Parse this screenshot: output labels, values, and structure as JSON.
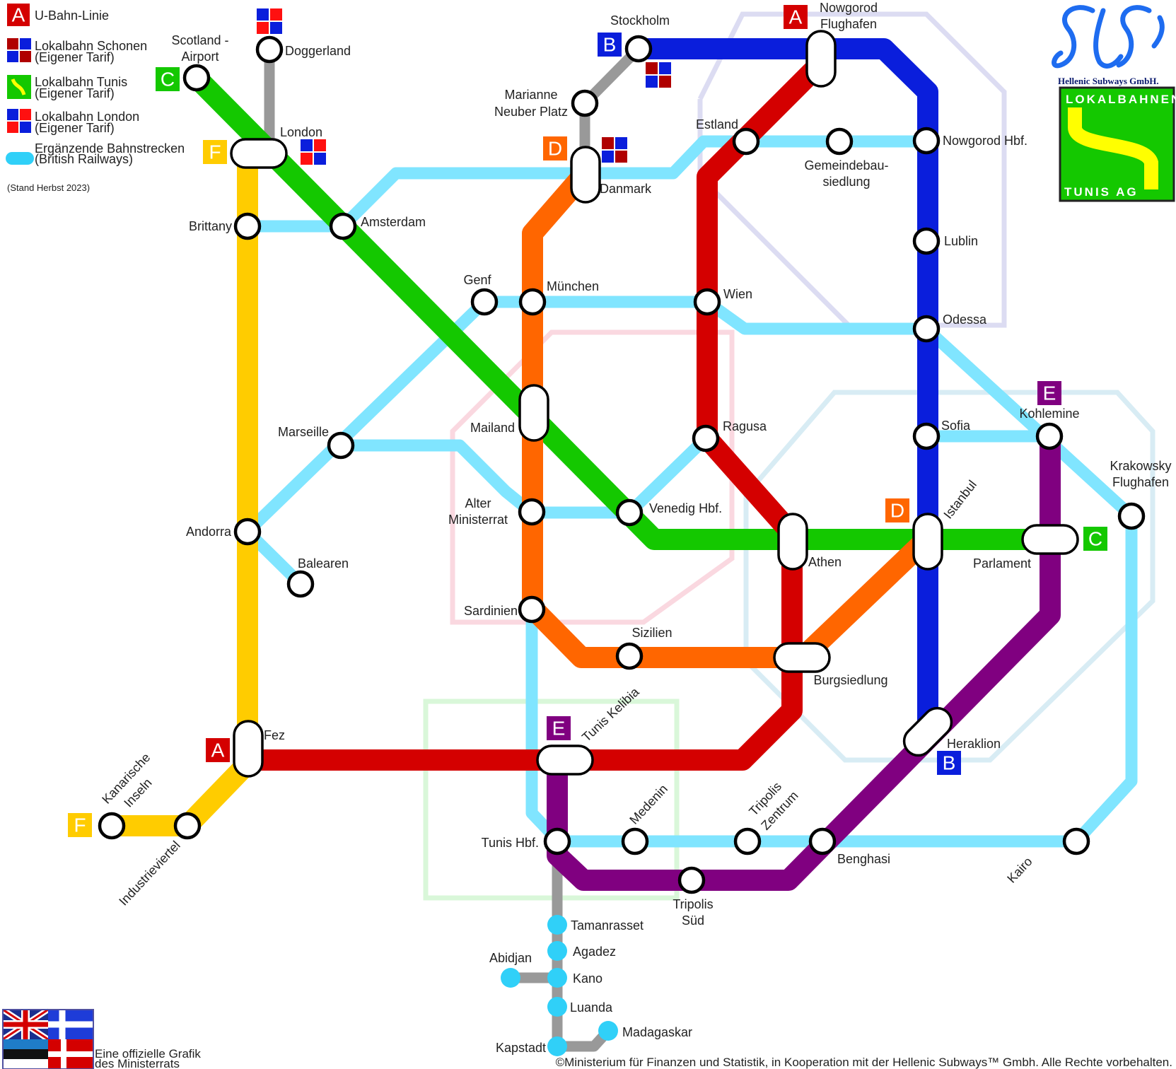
{
  "colors": {
    "A": "#d40000",
    "B": "#0a1edc",
    "C": "#14c800",
    "D": "#ff6600",
    "E": "#800080",
    "F": "#ffcc00",
    "rail": "#80e5ff",
    "gray": "#999999",
    "station_blue": "#30d0f8"
  },
  "legend": {
    "line": "U-Bahn-Linie",
    "line_badge": "A",
    "schonen_1": "Lokalbahn Schonen",
    "schonen_2": "(Eigener Tarif)",
    "tunis_1": "Lokalbahn Tunis",
    "tunis_2": "(Eigener Tarif)",
    "london_1": "Lokalbahn London",
    "london_2": "(Eigener Tarif)",
    "rail_1": "Ergänzende Bahnstrecken",
    "rail_2": "(British Railways)",
    "date": "(Stand Herbst 2023)"
  },
  "logo": {
    "company": "Hellenic Subways GmbH.",
    "box_top": "LOKALBAHNEN",
    "box_bottom": "TUNIS  AG",
    "icon": "sls-script-logo"
  },
  "footer": {
    "official_1": "Eine offizielle Grafik",
    "official_2": "des Ministerrats",
    "copyright": "©Ministerium für Finanzen und Statistik, in Kooperation mit der Hellenic Subways™ Gmbh. Alle Rechte vorbehalten."
  },
  "line_badges": {
    "A_top": "A",
    "A_left": "A",
    "B_top": "B",
    "B_bottom": "B",
    "C_left": "C",
    "C_right": "C",
    "D_top": "D",
    "D_right": "D",
    "E_right": "E",
    "E_bottom": "E",
    "F_top": "F",
    "F_bottom": "F"
  },
  "stations": {
    "doggerland": "Doggerland",
    "scotland_1": "Scotland -",
    "scotland_2": "Airport",
    "london": "London",
    "brittany": "Brittany",
    "amsterdam": "Amsterdam",
    "stockholm": "Stockholm",
    "nowgorod_fh_1": "Nowgorod",
    "nowgorod_fh_2": "Flughafen",
    "marianne_1": "Marianne",
    "marianne_2": "Neuber Platz",
    "danmark": "Danmark",
    "estland": "Estland",
    "gemeinde_1": "Gemeindebau-",
    "gemeinde_2": "siedlung",
    "nowgorod_hbf": "Nowgorod Hbf.",
    "lublin": "Lublin",
    "genf": "Genf",
    "muenchen": "München",
    "wien": "Wien",
    "odessa": "Odessa",
    "marseille": "Marseille",
    "mailand": "Mailand",
    "ragusa": "Ragusa",
    "sofia": "Sofia",
    "kohlemine": "Kohlemine",
    "andorra": "Andorra",
    "alter_1": "Alter",
    "alter_2": "Ministerrat",
    "venedig": "Venedig Hbf.",
    "istanbul": "Istanbul",
    "krakowsky_1": "Krakowsky",
    "krakowsky_2": "Flughafen",
    "athen": "Athen",
    "parlament": "Parlament",
    "balearen": "Balearen",
    "sardinien": "Sardinien",
    "sizilien": "Sizilien",
    "burgsiedlung": "Burgsiedlung",
    "fez": "Fez",
    "tunis_kelibia": "Tunis Kelibia",
    "heraklion": "Heraklion",
    "kanarische_1": "Kanarische",
    "kanarische_2": "Inseln",
    "industrieviertel": "Industrieviertel",
    "tunis_hbf": "Tunis Hbf.",
    "medenin": "Medenin",
    "tripolis_z_1": "Tripolis",
    "tripolis_z_2": "Zentrum",
    "benghasi": "Benghasi",
    "kairo": "Kairo",
    "tripolis_s_1": "Tripolis",
    "tripolis_s_2": "Süd",
    "tamanrasset": "Tamanrasset",
    "agadez": "Agadez",
    "abidjan": "Abidjan",
    "kano": "Kano",
    "luanda": "Luanda",
    "madagaskar": "Madagaskar",
    "kapstadt": "Kapstadt"
  }
}
